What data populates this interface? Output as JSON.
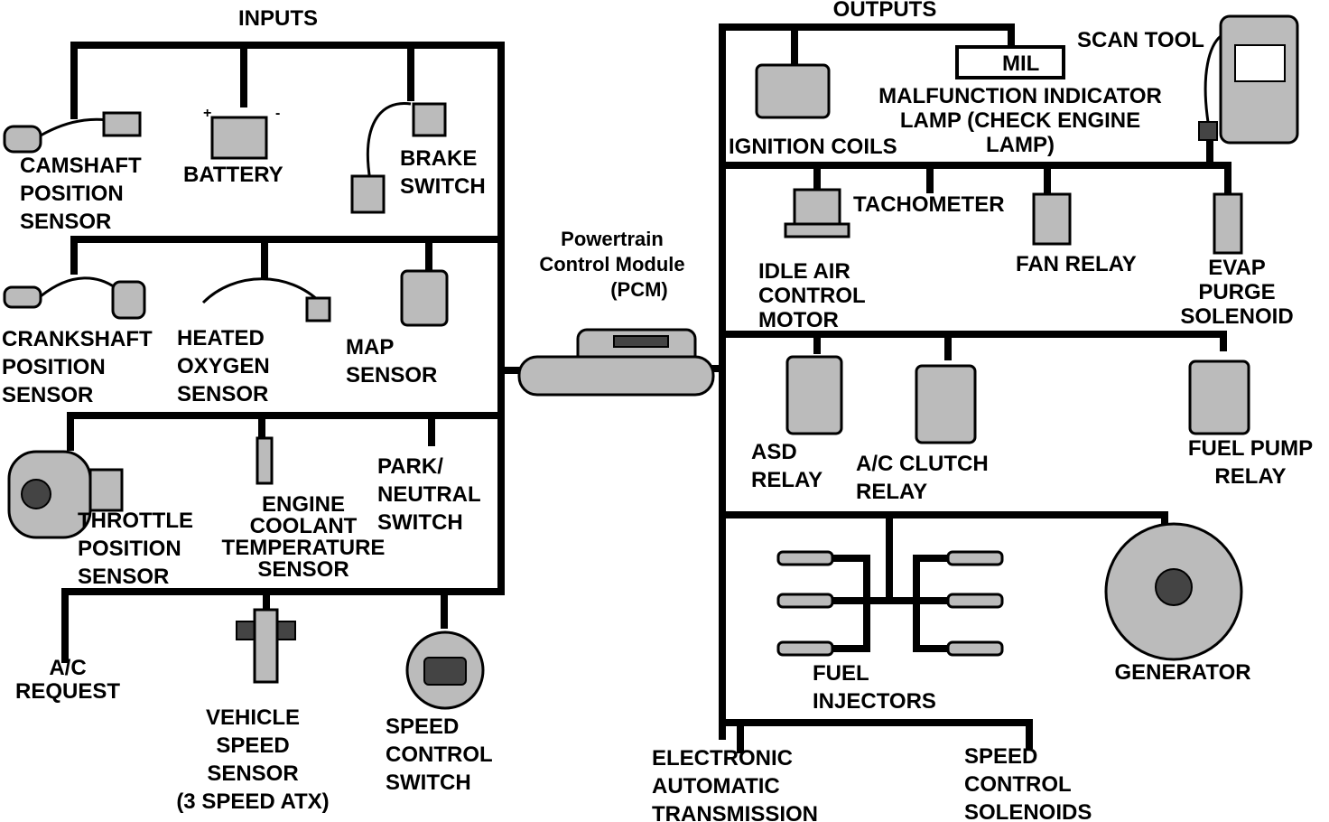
{
  "headers": {
    "inputs": "INPUTS",
    "outputs": "OUTPUTS"
  },
  "pcm": {
    "lines": [
      "Powertrain",
      "Control Module",
      "(PCM)"
    ]
  },
  "mil_box": "MIL",
  "inputs": [
    {
      "id": "camshaft",
      "lines": [
        "CAMSHAFT",
        "POSITION",
        "SENSOR"
      ]
    },
    {
      "id": "battery",
      "lines": [
        "BATTERY"
      ]
    },
    {
      "id": "brake",
      "lines": [
        "BRAKE",
        "SWITCH"
      ]
    },
    {
      "id": "crankshaft",
      "lines": [
        "CRANKSHAFT",
        "POSITION",
        "SENSOR"
      ]
    },
    {
      "id": "oxygen",
      "lines": [
        "HEATED",
        "OXYGEN",
        "SENSOR"
      ]
    },
    {
      "id": "map",
      "lines": [
        "MAP",
        "SENSOR"
      ]
    },
    {
      "id": "throttle",
      "lines": [
        "THROTTLE",
        "POSITION",
        "SENSOR"
      ]
    },
    {
      "id": "coolant",
      "lines": [
        "ENGINE",
        "COOLANT",
        "TEMPERATURE",
        "SENSOR"
      ]
    },
    {
      "id": "park",
      "lines": [
        "PARK/",
        "NEUTRAL",
        "SWITCH"
      ]
    },
    {
      "id": "ac_request",
      "lines": [
        "A/C",
        "REQUEST"
      ]
    },
    {
      "id": "vss",
      "lines": [
        "VEHICLE",
        "SPEED",
        "SENSOR",
        "(3 SPEED ATX)"
      ]
    },
    {
      "id": "speed_switch",
      "lines": [
        "SPEED",
        "CONTROL",
        "SWITCH"
      ]
    }
  ],
  "outputs": [
    {
      "id": "ignition",
      "lines": [
        "IGNITION COILS"
      ]
    },
    {
      "id": "mil",
      "lines": [
        "MALFUNCTION INDICATOR",
        "LAMP (CHECK ENGINE",
        "LAMP)"
      ]
    },
    {
      "id": "scan",
      "lines": [
        "SCAN TOOL"
      ]
    },
    {
      "id": "iac",
      "lines": [
        "IDLE AIR",
        "CONTROL",
        "MOTOR"
      ]
    },
    {
      "id": "tach",
      "lines": [
        "TACHOMETER"
      ]
    },
    {
      "id": "fan",
      "lines": [
        "FAN RELAY"
      ]
    },
    {
      "id": "evap",
      "lines": [
        "EVAP",
        "PURGE",
        "SOLENOID"
      ]
    },
    {
      "id": "asd",
      "lines": [
        "ASD",
        "RELAY"
      ]
    },
    {
      "id": "ac_clutch",
      "lines": [
        "A/C CLUTCH",
        "RELAY"
      ]
    },
    {
      "id": "fuel_pump",
      "lines": [
        "FUEL PUMP",
        "RELAY"
      ]
    },
    {
      "id": "injectors",
      "lines": [
        "FUEL",
        "INJECTORS"
      ]
    },
    {
      "id": "generator",
      "lines": [
        "GENERATOR"
      ]
    },
    {
      "id": "eat",
      "lines": [
        "ELECTRONIC",
        "AUTOMATIC",
        "TRANSMISSION"
      ]
    },
    {
      "id": "solenoids",
      "lines": [
        "SPEED",
        "CONTROL",
        "SOLENOIDS"
      ]
    }
  ]
}
